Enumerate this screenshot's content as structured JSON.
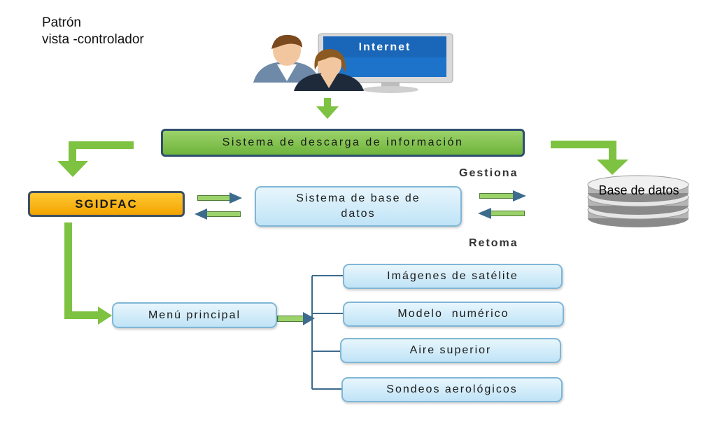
{
  "title": {
    "line1": "Patrón",
    "line2": "vista -controlador"
  },
  "internet": {
    "label": "Internet"
  },
  "nodes": {
    "descarga": "Sistema de descarga de información",
    "sgidfac": "SGIDFAC",
    "base_sistema": "Sistema de base de datos",
    "base_datos": "Base de datos",
    "menu": "Menú principal"
  },
  "edge_labels": {
    "gestiona": "Gestiona",
    "retoma": "Retoma"
  },
  "menu_items": [
    "Imágenes de satélite",
    "Modelo  numérico",
    "Aire superior",
    "Sondeos aerológicos"
  ],
  "colors": {
    "arrow_green": "#7ec242",
    "descarga_fill": "#86c552",
    "sgidfac_fill": "#f7b500",
    "blue_box_fill": "#d6eefa",
    "internet_blue": "#1c73c9"
  }
}
